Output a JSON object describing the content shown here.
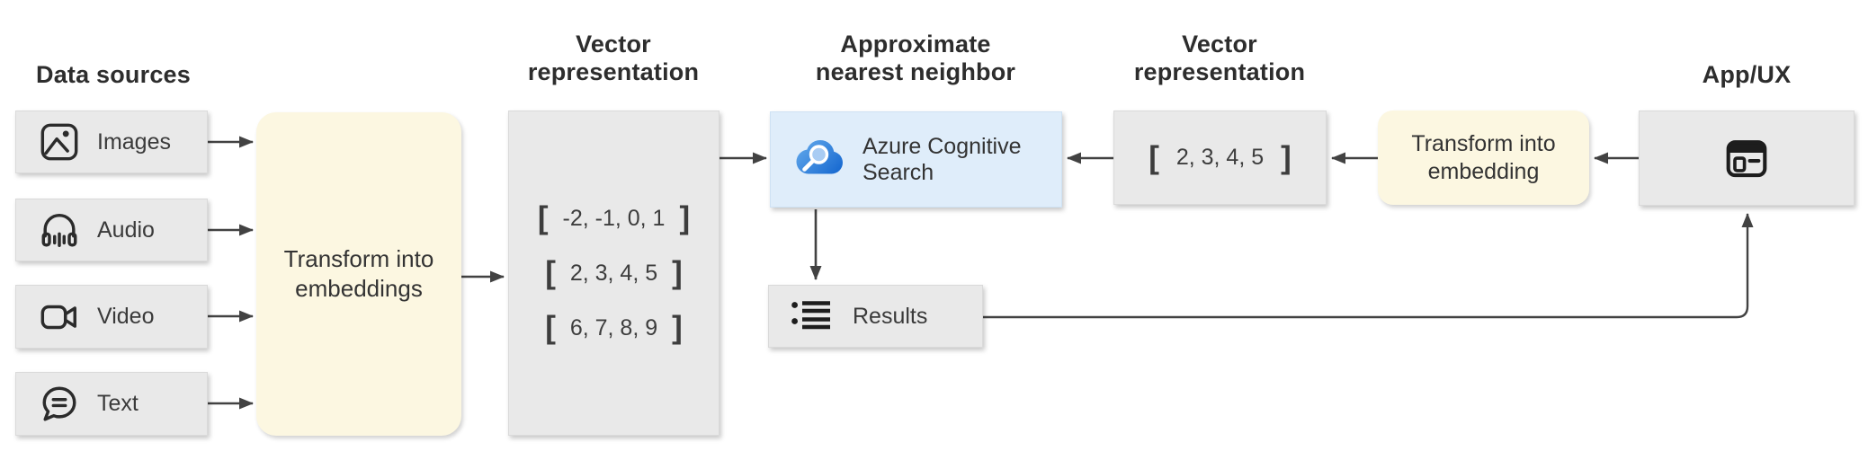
{
  "colors": {
    "bg": "#ffffff",
    "box-gray": "#e9e9e9",
    "box-gray-border": "#dadada",
    "box-yellow": "#fcf7e1",
    "box-blue": "#dfedfa",
    "line": "#424242",
    "heading": "#2d2d2d",
    "text": "#3a3a3a",
    "icon": "#2b2b2b",
    "cloud-blue-light": "#5fa6ea",
    "cloud-blue-dark": "#1668d0",
    "lens-blue": "#a9ccf3"
  },
  "headings": {
    "data_sources": "Data sources",
    "vector_representation_left": {
      "line1": "Vector",
      "line2": "representation"
    },
    "approximate_nearest_neighbor": {
      "line1": "Approximate",
      "line2": "nearest neighbor"
    },
    "vector_representation_right": {
      "line1": "Vector",
      "line2": "representation"
    },
    "app_ux": "App/UX"
  },
  "data_sources": {
    "items": [
      {
        "label": "Images",
        "icon": "image-icon"
      },
      {
        "label": "Audio",
        "icon": "audio-icon"
      },
      {
        "label": "Video",
        "icon": "video-icon"
      },
      {
        "label": "Text",
        "icon": "text-icon"
      }
    ]
  },
  "nodes": {
    "transform_embeddings": {
      "label": "Transform into embeddings"
    },
    "vector_list": {
      "bracket_open": "[",
      "bracket_close": "]",
      "rows": [
        "-2, -1, 0, 1",
        "2, 3, 4, 5",
        "6, 7, 8, 9"
      ]
    },
    "azure_search": {
      "label": "Azure Cognitive Search",
      "icon": "azure-cognitive-search-icon"
    },
    "results": {
      "label": "Results",
      "icon": "results-list-icon"
    },
    "vector_single": {
      "bracket_open": "[",
      "value": "2, 3, 4, 5",
      "bracket_close": "]"
    },
    "transform_embedding": {
      "label": "Transform into embedding"
    },
    "app_ux": {
      "icon": "app-window-icon"
    }
  }
}
